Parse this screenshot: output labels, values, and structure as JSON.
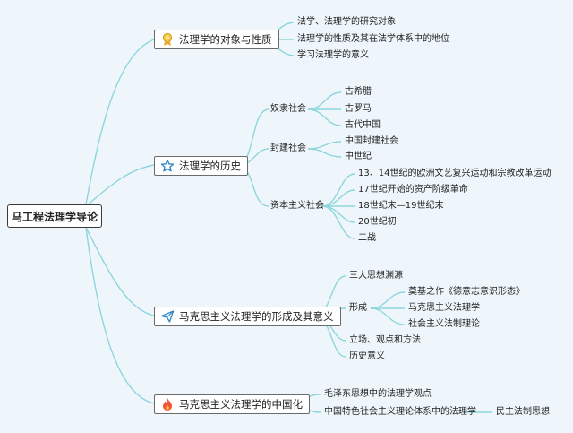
{
  "root": {
    "label": "马工程法理学导论"
  },
  "topics": [
    {
      "icon": "medal-icon",
      "label": "法理学的对象与性质",
      "children": [
        "法学、法理学的研究对象",
        "法理学的性质及其在法学体系中的地位",
        "学习法理学的意义"
      ]
    },
    {
      "icon": "star-icon",
      "label": "法理学的历史",
      "groups": [
        {
          "label": "奴隶社会",
          "children": [
            "古希腊",
            "古罗马",
            "古代中国"
          ]
        },
        {
          "label": "封建社会",
          "children": [
            "中国封建社会",
            "中世纪"
          ]
        },
        {
          "label": "资本主义社会",
          "children": [
            "13、14世纪的欧洲文艺复兴运动和宗教改革运动",
            "17世纪开始的资产阶级革命",
            "18世纪末—19世纪末",
            "20世纪初",
            "二战"
          ]
        }
      ]
    },
    {
      "icon": "paper-plane-icon",
      "label": "马克思主义法理学的形成及其意义",
      "items": [
        "三大思想渊源",
        "形成",
        "立场、观点和方法",
        "历史意义"
      ],
      "formation_children": [
        "奠基之作《德意志意识形态》",
        "马克思主义法理学",
        "社会主义法制理论"
      ]
    },
    {
      "icon": "fire-icon",
      "label": "马克思主义法理学的中国化",
      "items": [
        "毛泽东思想中的法理学观点",
        "中国特色社会主义理论体系中的法理学"
      ],
      "sub_item": "民主法制思想"
    }
  ]
}
